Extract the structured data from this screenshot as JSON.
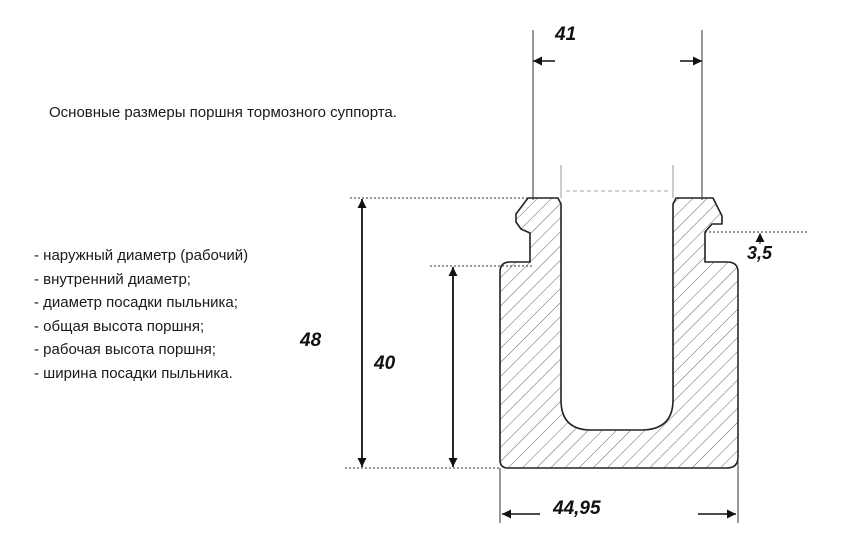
{
  "caption": "Основные размеры поршня тормозного суппорта.",
  "legend": [
    "- наружный диаметр (рабочий)",
    "- внутренний диаметр;",
    "- диаметр посадки пыльника;",
    "- общая высота поршня;",
    "- рабочая высота поршня;",
    "- ширина посадки пыльника."
  ],
  "dimensions": {
    "top_width": "41",
    "groove": "3,5",
    "total_height": "48",
    "working_height": "40",
    "outer_diameter": "44,95"
  }
}
